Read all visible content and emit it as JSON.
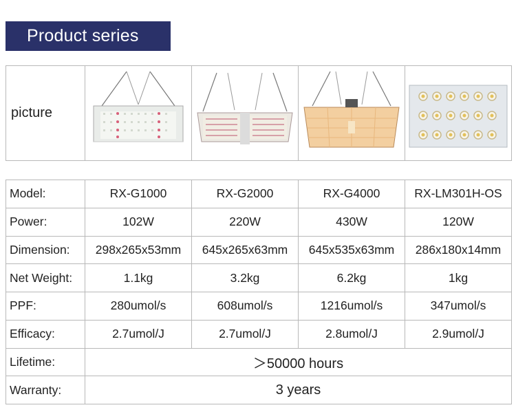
{
  "header": {
    "title": "Product series"
  },
  "picture_row": {
    "label": "picture"
  },
  "colors": {
    "banner": "#2a3169",
    "border": "#b8b8b8"
  },
  "specs": {
    "model": {
      "label": "Model:",
      "values": [
        "RX-G1000",
        "RX-G2000",
        "RX-G4000",
        "RX-LM301H-OS"
      ]
    },
    "power": {
      "label": "Power:",
      "values": [
        "102W",
        "220W",
        "430W",
        "120W"
      ]
    },
    "dimension": {
      "label": "Dimension:",
      "values": [
        "298x265x53mm",
        "645x265x63mm",
        "645x535x63mm",
        "286x180x14mm"
      ]
    },
    "net_weight": {
      "label": "Net Weight:",
      "values": [
        "1.1kg",
        "3.2kg",
        "6.2kg",
        "1kg"
      ]
    },
    "ppf": {
      "label": "PPF:",
      "values": [
        "280umol/s",
        "608umol/s",
        "1216umol/s",
        "347umol/s"
      ]
    },
    "efficacy": {
      "label": "Efficacy:",
      "values": [
        "2.7umol/J",
        "2.7umol/J",
        "2.8umol/J",
        "2.9umol/J"
      ]
    },
    "lifetime": {
      "label": "Lifetime:",
      "value": "＞50000 hours"
    },
    "warranty": {
      "label": "Warranty:",
      "value": "3 years"
    }
  }
}
